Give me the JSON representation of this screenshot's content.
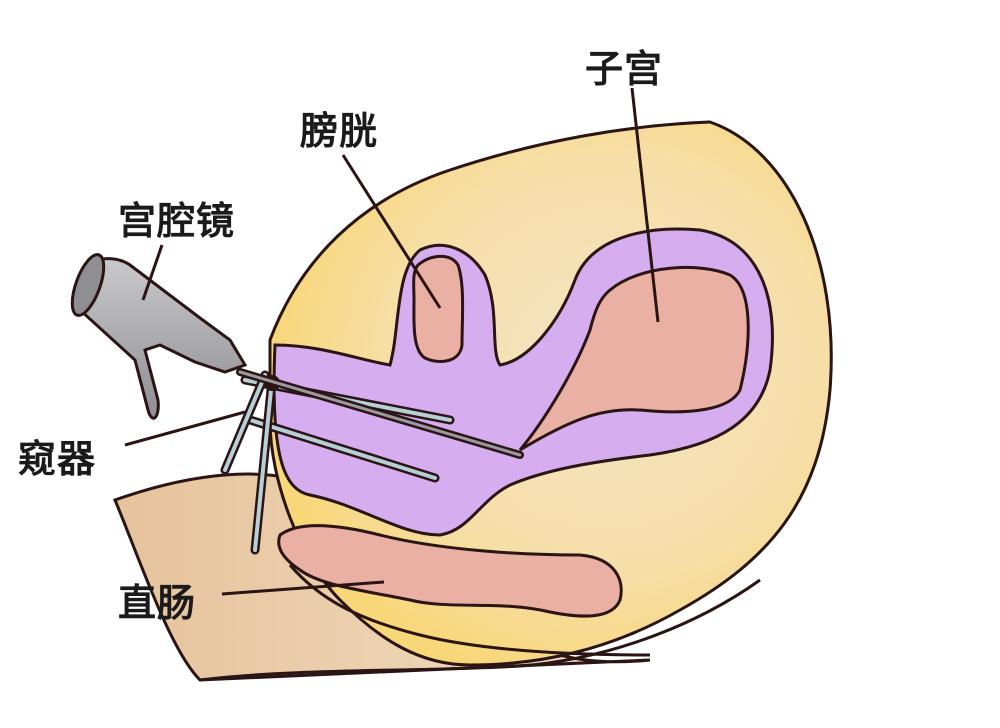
{
  "labels": {
    "uterus": "子宫",
    "bladder": "膀胱",
    "hysteroscope": "宫腔镜",
    "speculum": "窥器",
    "rectum": "直肠"
  },
  "colors": {
    "outline": "#2a1414",
    "body_yellow": "#f7dc8a",
    "body_skin": "#f2dcc0",
    "leg_skin": "#e9c9a4",
    "purple": "#d6aef0",
    "purple_dark": "#c394e6",
    "pink_organ": "#eab0a4",
    "instrument_gray": "#a9a9ad",
    "speculum_blue": "#b7cfd6"
  }
}
